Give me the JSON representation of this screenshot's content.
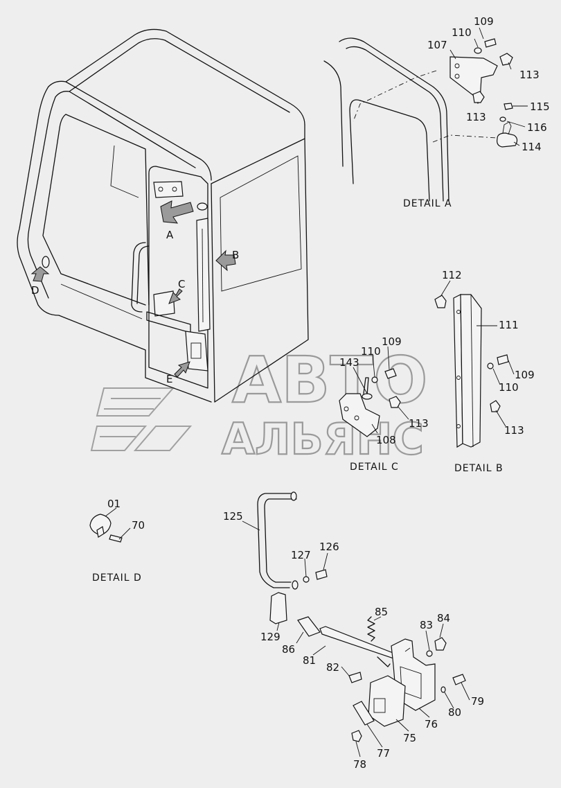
{
  "part_labels": [
    "01",
    "70",
    "75",
    "76",
    "77",
    "78",
    "79",
    "80",
    "81",
    "82",
    "83",
    "84",
    "85",
    "86",
    "107",
    "108",
    "109",
    "109",
    "110",
    "110",
    "111",
    "112",
    "113",
    "113",
    "113",
    "113",
    "114",
    "115",
    "116",
    "125",
    "126",
    "127",
    "129",
    "143",
    "A",
    "B",
    "C",
    "D",
    "E"
  ],
  "detail_captions": [
    "DETAIL A",
    "DETAIL B",
    "DETAIL C",
    "DETAIL D"
  ],
  "watermark": {
    "line1": "АВТО",
    "line2": "АЛЬЯНС"
  }
}
